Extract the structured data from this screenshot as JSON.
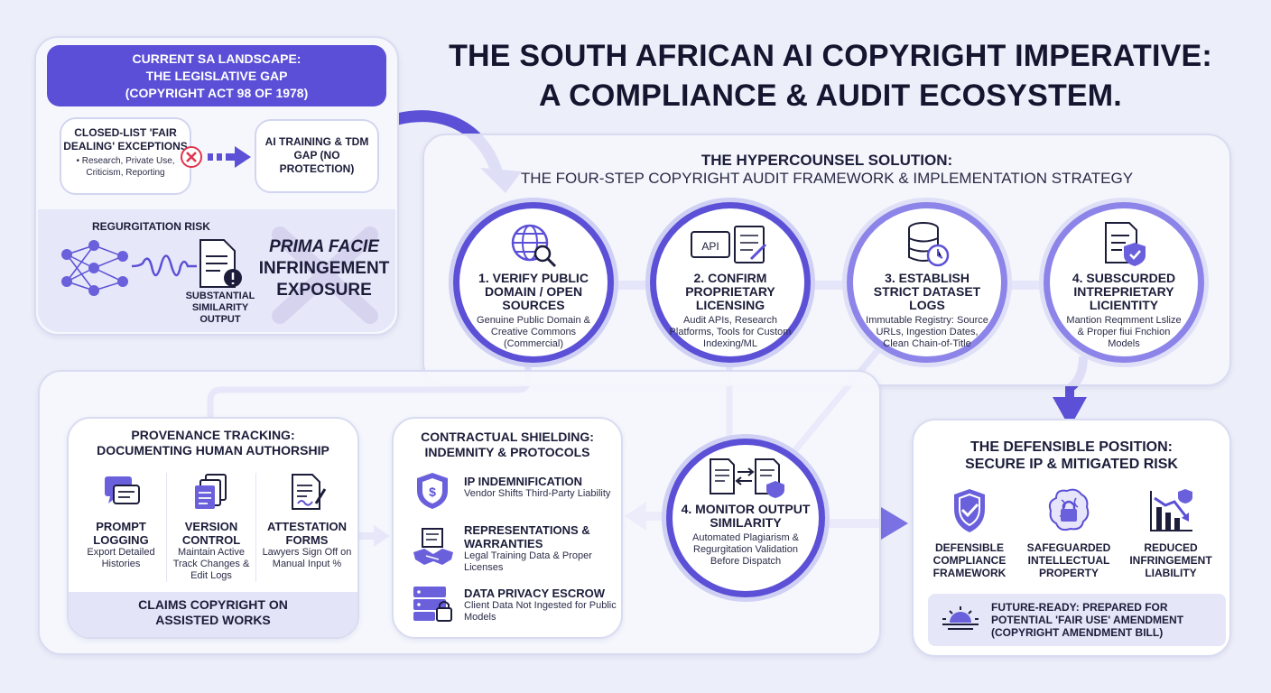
{
  "title": {
    "line1": "THE SOUTH AFRICAN AI COPYRIGHT IMPERATIVE:",
    "line2": "A COMPLIANCE & AUDIT ECOSYSTEM."
  },
  "landscape": {
    "header_line1": "CURRENT SA LANDSCAPE:",
    "header_line2": "THE LEGISLATIVE GAP",
    "header_line3": "(COPYRIGHT ACT 98 OF 1978)",
    "closed_list_title": "CLOSED-LIST 'FAIR DEALING' EXCEPTIONS",
    "closed_list_desc": "• Research, Private Use, Criticism, Reporting",
    "gap_title": "AI TRAINING & TDM GAP (NO PROTECTION)",
    "regurgitation_label": "REGURGITATION RISK",
    "similarity_label": "SUBSTANTIAL SIMILARITY OUTPUT",
    "exposure_line1": "PRIMA FACIE",
    "exposure_line2": "INFRINGEMENT",
    "exposure_line3": "EXPOSURE"
  },
  "solution": {
    "header_line1": "THE HYPERCOUNSEL SOLUTION:",
    "header_line2": "THE FOUR-STEP COPYRIGHT AUDIT FRAMEWORK & IMPLEMENTATION STRATEGY",
    "steps": [
      {
        "title": "1. VERIFY PUBLIC DOMAIN / OPEN SOURCES",
        "desc": "Genuine Public Domain & Creative Commons (Commercial)",
        "icon": "globe-search-icon"
      },
      {
        "title": "2. CONFIRM PROPRIETARY LICENSING",
        "desc": "Audit APIs, Research Platforms, Tools for Custom Indexing/ML",
        "icon": "api-contract-icon",
        "api_label": "API"
      },
      {
        "title": "3. ESTABLISH STRICT DATASET LOGS",
        "desc": "Immutable Registry: Source URLs, Ingestion Dates, Clean Chain-of-Title",
        "icon": "database-clock-icon"
      },
      {
        "title": "4. SUBSCURDED INTREPRIETARY LICIENTITY",
        "desc": "Mantion Reqmment Lslize & Proper fiui Fnchion Models",
        "icon": "document-shield-icon"
      }
    ],
    "monitor": {
      "title": "4. MONITOR OUTPUT SIMILARITY",
      "desc": "Automated Plagiarism & Regurgitation Validation Before Dispatch",
      "icon": "compare-docs-icon"
    }
  },
  "provenance": {
    "header_line1": "PROVENANCE TRACKING:",
    "header_line2": "DOCUMENTING HUMAN AUTHORSHIP",
    "items": [
      {
        "title": "PROMPT LOGGING",
        "desc": "Export Detailed Histories",
        "icon": "chat-log-icon"
      },
      {
        "title": "VERSION CONTROL",
        "desc": "Maintain Active Track Changes & Edit Logs",
        "icon": "version-stack-icon"
      },
      {
        "title": "ATTESTATION FORMS",
        "desc": "Lawyers Sign Off on Manual Input %",
        "icon": "signed-form-icon"
      }
    ],
    "footer": "CLAIMS COPYRIGHT ON ASSISTED WORKS"
  },
  "contractual": {
    "header_line1": "CONTRACTUAL SHIELDING:",
    "header_line2": "INDEMNITY & PROTOCOLS",
    "items": [
      {
        "title": "IP INDEMNIFICATION",
        "desc": "Vendor Shifts Third-Party Liability",
        "icon": "dollar-shield-icon"
      },
      {
        "title": "REPRESENTATIONS & WARRANTIES",
        "desc": "Legal Training Data & Proper Licenses",
        "icon": "handshake-icon"
      },
      {
        "title": "DATA PRIVACY ESCROW",
        "desc": "Client Data Not Ingested for Public Models",
        "icon": "locked-server-icon"
      }
    ]
  },
  "defensible": {
    "header_line1": "THE DEFENSIBLE POSITION:",
    "header_line2": "SECURE IP & MITIGATED RISK",
    "items": [
      {
        "title": "DEFENSIBLE COMPLIANCE FRAMEWORK",
        "icon": "check-shield-icon"
      },
      {
        "title": "SAFEGUARDED INTELLECTUAL PROPERTY",
        "icon": "brain-lock-icon"
      },
      {
        "title": "REDUCED INFRINGEMENT LIABILITY",
        "icon": "declining-chart-icon"
      }
    ],
    "future_line1": "FUTURE-READY: PREPARED FOR",
    "future_line2": "POTENTIAL 'FAIR USE' AMENDMENT",
    "future_line3": "(COPYRIGHT AMENDMENT BILL)"
  },
  "colors": {
    "accent": "#5b50d6",
    "accent_light": "#8c84e8",
    "background": "#eceef9",
    "danger": "#e0344c"
  }
}
